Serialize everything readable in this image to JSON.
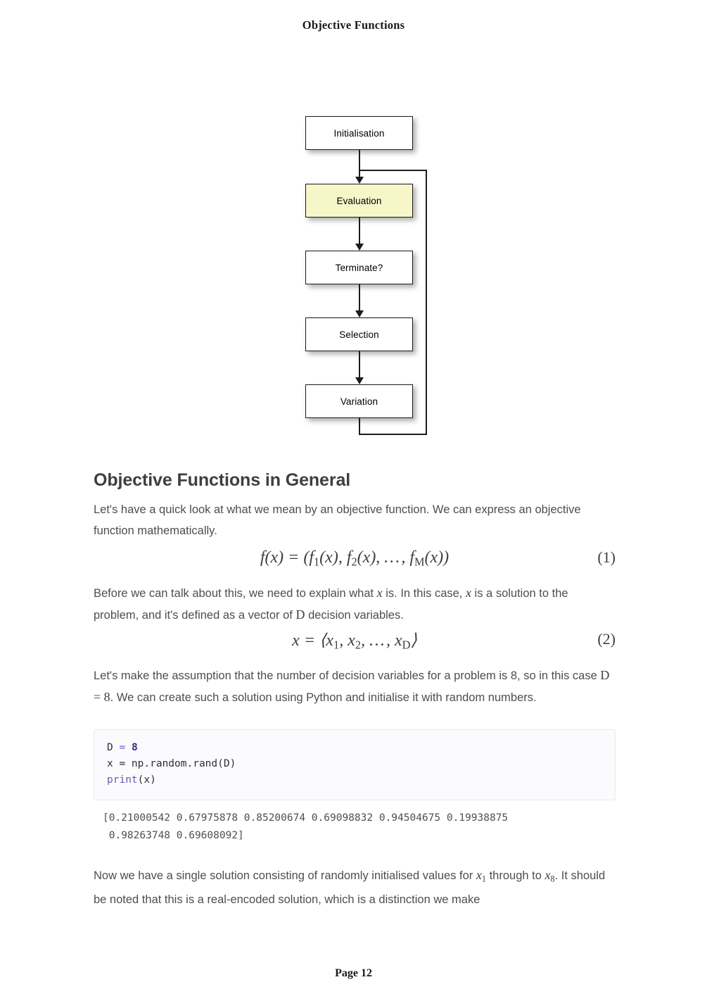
{
  "page": {
    "running_head": "Objective Functions",
    "footer": "Page 12"
  },
  "flowchart": {
    "nodes": [
      {
        "label": "Initialisation",
        "highlight": false
      },
      {
        "label": "Evaluation",
        "highlight": true
      },
      {
        "label": "Terminate?",
        "highlight": false
      },
      {
        "label": "Selection",
        "highlight": false
      },
      {
        "label": "Variation",
        "highlight": false
      }
    ],
    "highlight_color": "#f7f6c9",
    "border_color": "#1c1c1c"
  },
  "section": {
    "heading": "Objective Functions in General"
  },
  "paragraphs": {
    "p1_a": "Let's have a quick look at what we mean by an objective function. We can express an objective function mathematically.",
    "p2_a": "Before we can talk about this, we need to explain what ",
    "p2_m1": "x",
    "p2_b": " is. In this case, ",
    "p2_m2": "x",
    "p2_c": " is a solution to the problem, and it's defined as a vector of ",
    "p2_m3": "D",
    "p2_d": " decision variables.",
    "p3_a": "Let's make the assumption that the number of decision variables for a problem is 8, so in this case ",
    "p3_m1": "D = 8",
    "p3_b": ". We can create such a solution using Python and initialise it with random numbers.",
    "p4_a": "Now we have a single solution consisting of randomly initialised values for ",
    "p4_m1": "x",
    "p4_m1sub": "1",
    "p4_b": " through to ",
    "p4_m2": "x",
    "p4_m2sub": "8",
    "p4_c": ". It should be noted that this is a real-encoded solution, which is a distinction we make"
  },
  "equations": {
    "eq1": {
      "lhs_f": "f",
      "text": "f(x) = (f",
      "tag": "(1)",
      "full": "f(x) = (f1(x), f2(x), . . . , fM(x))"
    },
    "eq2": {
      "tag": "(2)",
      "full": "x = ⟨x1, x2, . . . , xD⟩"
    }
  },
  "code": {
    "line1": {
      "name": "D",
      "op": "=",
      "num": "8"
    },
    "line2": {
      "text": "x = np.random.rand(D)"
    },
    "line3": {
      "fn": "print",
      "arg": "(x)"
    },
    "output_line1": "[0.21000542 0.67975878 0.85200674 0.69098832 0.94504675 0.19938875",
    "output_line2": " 0.98263748 0.69608092]"
  }
}
